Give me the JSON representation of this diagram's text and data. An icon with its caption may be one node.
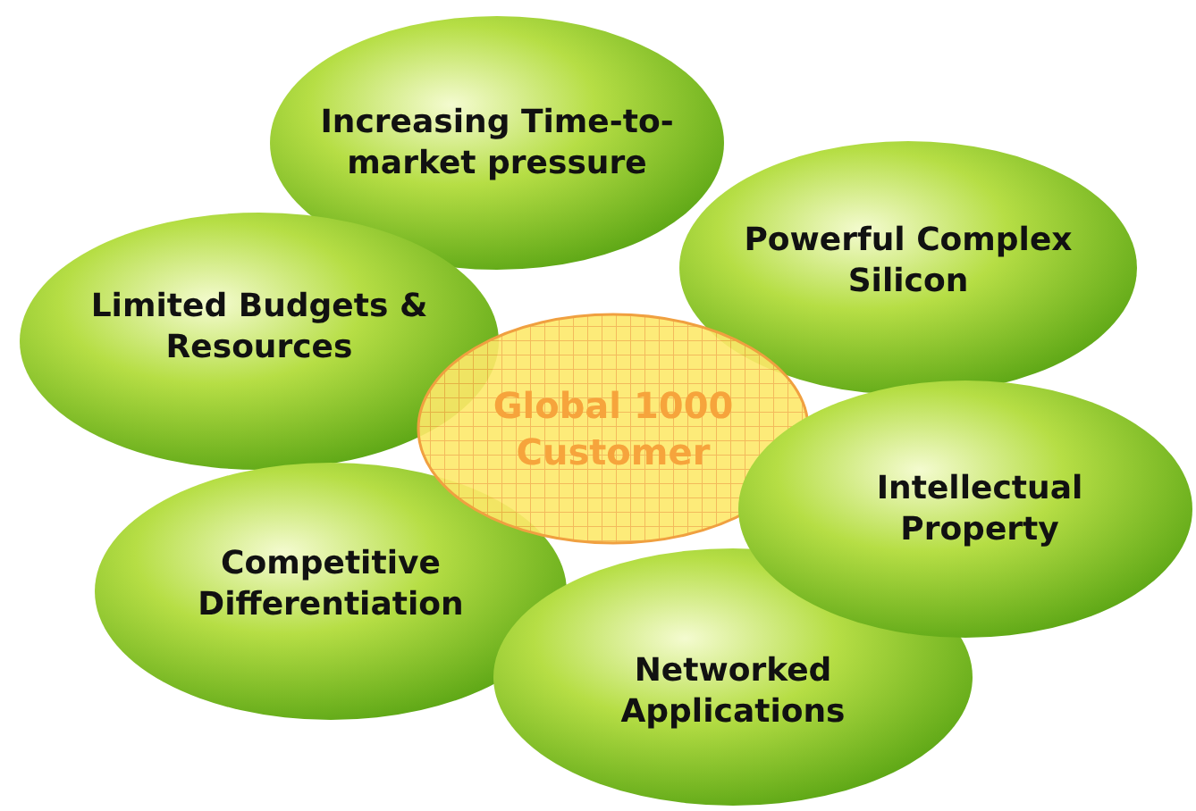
{
  "diagram": {
    "nodes": [
      {
        "text": [
          "Increasing Time-to-market pressure"
        ]
      },
      {
        "text": [
          "Powerful Complex Silicon"
        ]
      },
      {
        "text": [
          "Limited Budgets & Resources"
        ]
      },
      {
        "text": [
          "Global 1000 Customer"
        ]
      },
      {
        "text": [
          "Intellectual Property"
        ]
      },
      {
        "text": [
          "Competitive Differentiation"
        ]
      },
      {
        "text": [
          "Networked Applications"
        ]
      }
    ]
  }
}
